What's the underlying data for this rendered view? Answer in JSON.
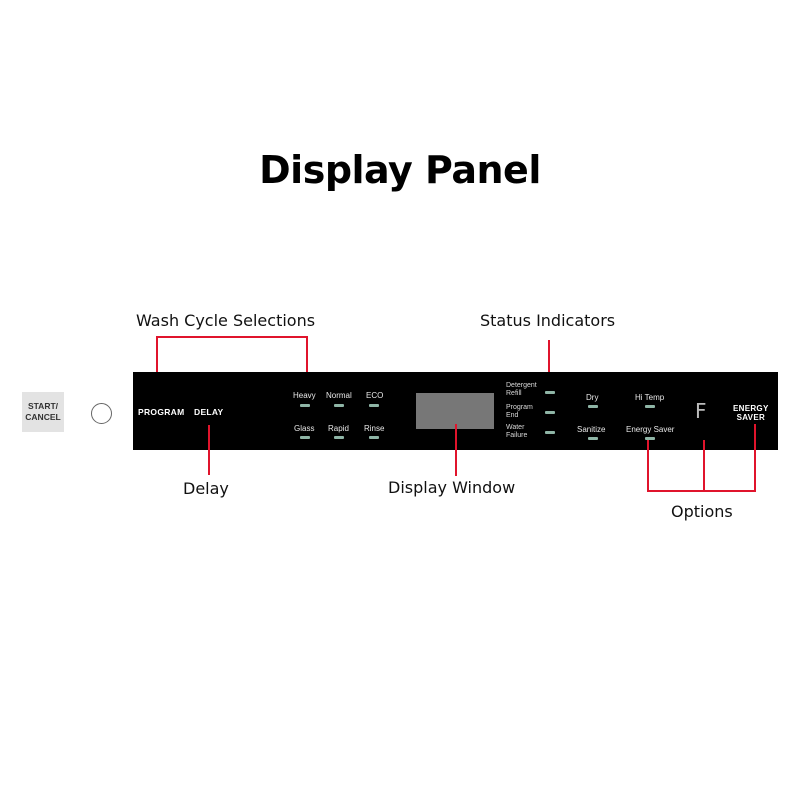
{
  "title": "Display Panel",
  "callouts": {
    "wash_cycle": "Wash Cycle Selections",
    "status": "Status Indicators",
    "delay": "Delay",
    "display_window": "Display Window",
    "options": "Options"
  },
  "start_button": {
    "line1": "START/",
    "line2": "CANCEL"
  },
  "panel": {
    "program": "PROGRAM",
    "delay": "DELAY",
    "cycles_top": [
      "Heavy",
      "Normal",
      "ECO"
    ],
    "cycles_bottom": [
      "Glass",
      "Rapid",
      "Rinse"
    ],
    "status": [
      {
        "line1": "Detergent",
        "line2": "Refill"
      },
      {
        "line1": "Program",
        "line2": "End"
      },
      {
        "line1": "Water",
        "line2": "Failure"
      }
    ],
    "options_top": [
      "Dry",
      "Hi Temp"
    ],
    "options_bottom": [
      "Sanitize",
      "Energy Saver"
    ],
    "f_glyph": "F",
    "energy_saver": {
      "line1": "ENERGY",
      "line2": "SAVER"
    }
  },
  "colors": {
    "accent": "#e0142c",
    "panel": "#000000",
    "led": "#8fb5a6"
  }
}
